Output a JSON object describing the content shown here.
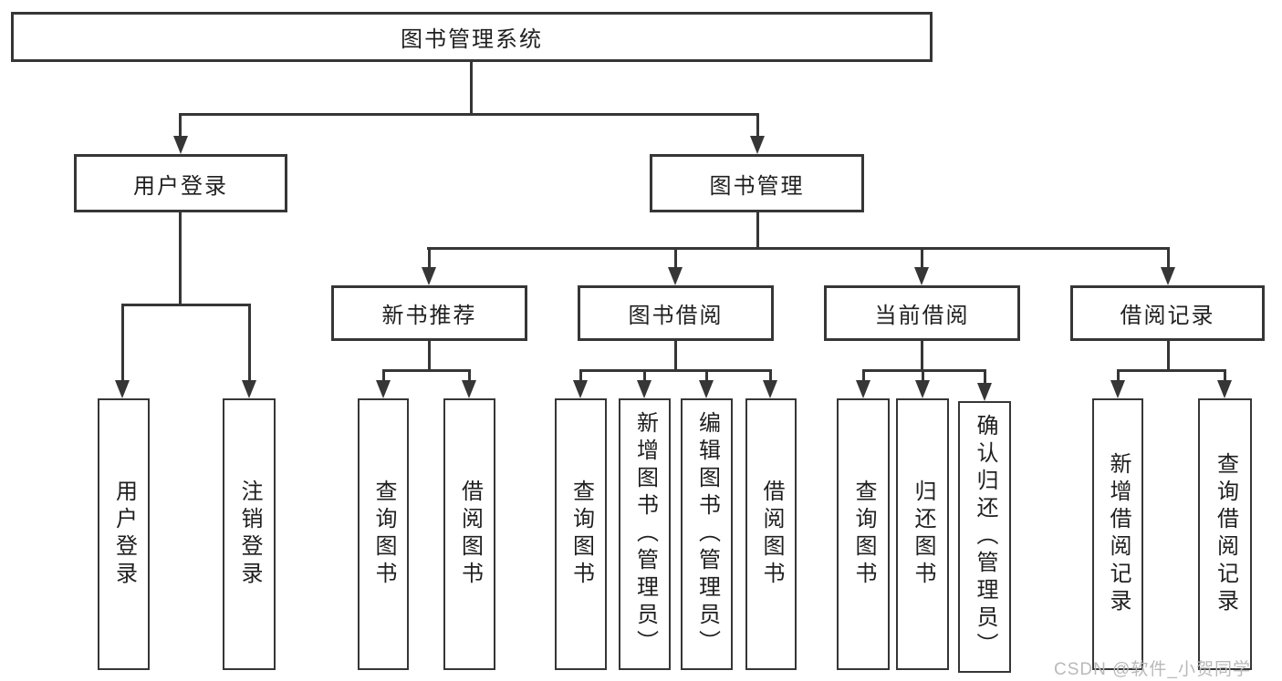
{
  "diagram_title": "图书管理系统",
  "tree": {
    "label": "图书管理系统",
    "children": [
      {
        "label": "用户登录",
        "children": [
          {
            "label": "用户登录"
          },
          {
            "label": "注销登录"
          }
        ]
      },
      {
        "label": "图书管理",
        "children": [
          {
            "label": "新书推荐",
            "children": [
              {
                "label": "查询图书"
              },
              {
                "label": "借阅图书"
              }
            ]
          },
          {
            "label": "图书借阅",
            "children": [
              {
                "label": "查询图书"
              },
              {
                "label": "新增图书（管理员）"
              },
              {
                "label": "编辑图书（管理员）"
              },
              {
                "label": "借阅图书"
              }
            ]
          },
          {
            "label": "当前借阅",
            "children": [
              {
                "label": "查询图书"
              },
              {
                "label": "归还图书"
              },
              {
                "label": "确认归还（管理员）"
              }
            ]
          },
          {
            "label": "借阅记录",
            "children": [
              {
                "label": "新增借阅记录"
              },
              {
                "label": "查询借阅记录"
              }
            ]
          }
        ]
      }
    ]
  },
  "watermark": "CSDN @软件_小贺同学",
  "colors": {
    "line": "#363636",
    "box_background": "#ffffff",
    "text": "#1f1f1f",
    "watermark": "#b9b9b9",
    "page_background": "#ffffff"
  }
}
